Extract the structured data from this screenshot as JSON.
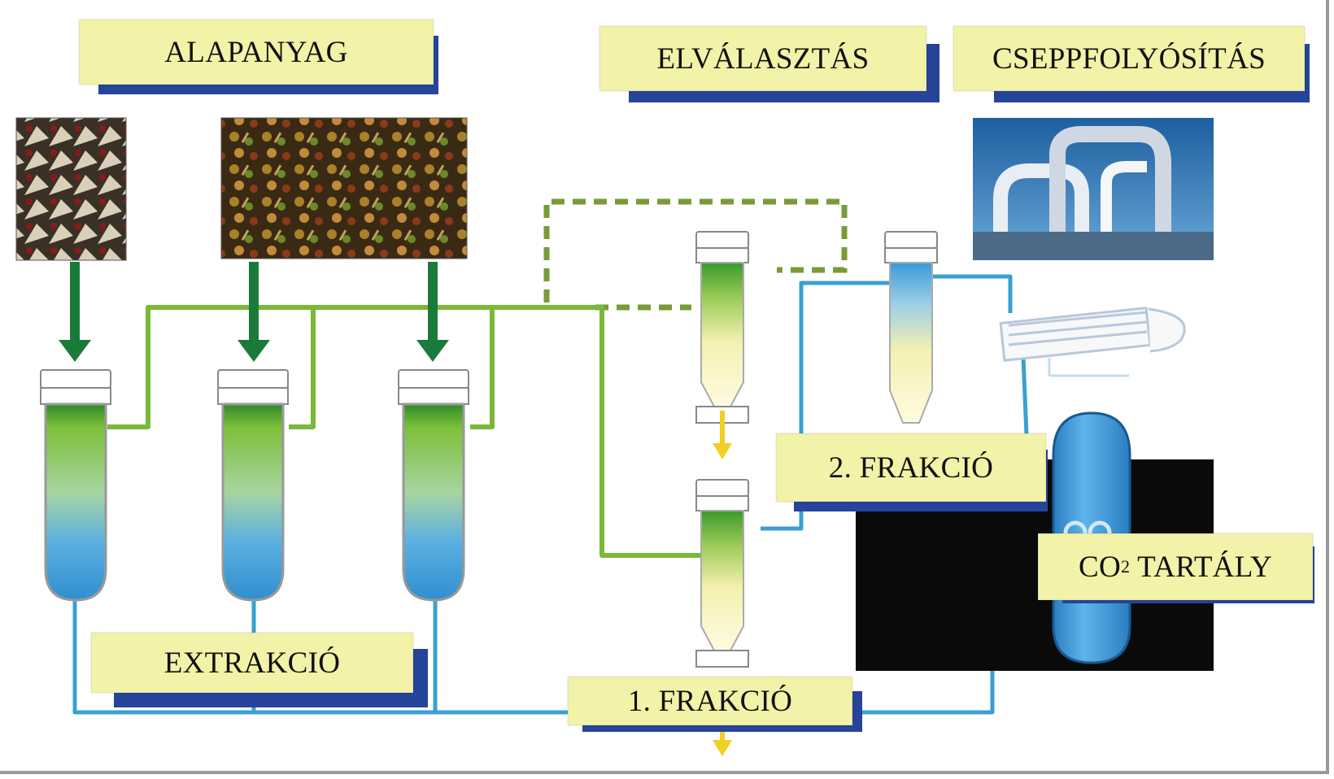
{
  "labels": {
    "alapanyag": "ALAPANYAG",
    "elvalasztas": "ELVÁLASZTÁS",
    "cseppfolyositas": "CSEPPFOLYÓSÍTÁS",
    "extrakcio": "EXTRAKCIÓ",
    "frakcio_1": "1. FRAKCIÓ",
    "frakcio_2": "2. FRAKCIÓ",
    "co2_prefix": "CO",
    "co2_subscript": "2",
    "co2_suffix": " TARTÁLY"
  },
  "colors": {
    "label_fill": "#f2f2a8",
    "label_shadow": "#26449a",
    "green_arrow": "#1a7a3a",
    "green_pipe": "#7ab83a",
    "blue_pipe": "#3aa0d0",
    "yellow_flow": "#f0d020",
    "tank_blue": "#3a9ad8",
    "black_panel": "#0a0a0a"
  },
  "icons": [
    "raw-material-photo",
    "spices-photo",
    "industrial-pipes-photo",
    "heat-exchanger-icon",
    "co2-tank-icon"
  ]
}
